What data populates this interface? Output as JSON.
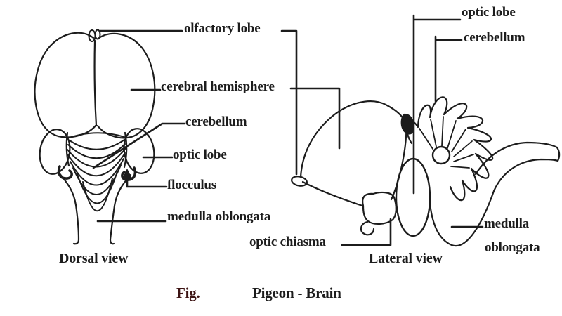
{
  "figure": {
    "caption_fig": "Fig.",
    "caption_title": "Pigeon - Brain",
    "colors": {
      "ink": "#1c1c1c",
      "background": "#ffffff",
      "fig_label_tint": "#3d1414"
    }
  },
  "dorsal_view": {
    "title": "Dorsal view",
    "labels": {
      "olfactory_lobe": "olfactory lobe",
      "cerebral_hemisphere": "cerebral hemisphere",
      "cerebellum": "cerebellum",
      "optic_lobe": "optic lobe",
      "flocculus": "flocculus",
      "medulla_oblongata": "medulla oblongata"
    }
  },
  "lateral_view": {
    "title": "Lateral view",
    "labels": {
      "optic_lobe": "optic lobe",
      "cerebellum": "cerebellum",
      "medulla_line1": "medulla",
      "medulla_line2": "oblongata",
      "optic_chiasma": "optic chiasma"
    }
  }
}
